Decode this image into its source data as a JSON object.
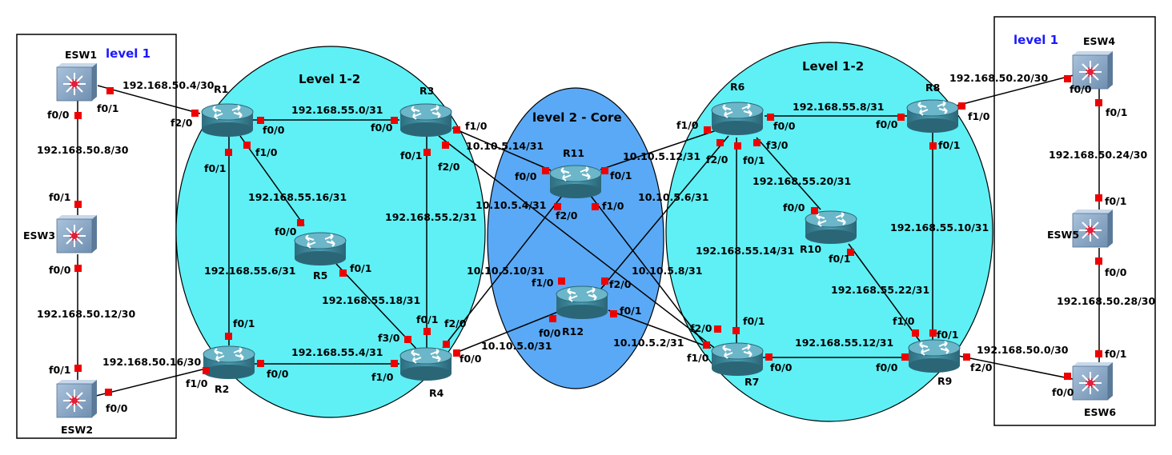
{
  "areas": {
    "left_level1": "level 1",
    "right_level1": "level 1",
    "left_level12": "Level 1-2",
    "right_level12": "Level 1-2",
    "core": "level 2 - Core"
  },
  "colors": {
    "area_fill": "#5ef0f5",
    "core_fill": "#5aa9f6",
    "port_marker": "#ee0000",
    "router_body": "#3e8ca0",
    "switch_body": "#7f9fc0"
  },
  "devices": {
    "R1": "R1",
    "R2": "R2",
    "R3": "R3",
    "R4": "R4",
    "R5": "R5",
    "R6": "R6",
    "R7": "R7",
    "R8": "R8",
    "R9": "R9",
    "R10": "R10",
    "R11": "R11",
    "R12": "R12",
    "ESW1": "ESW1",
    "ESW2": "ESW2",
    "ESW3": "ESW3",
    "ESW4": "ESW4",
    "ESW5": "ESW5",
    "ESW6": "ESW6"
  },
  "subnets": {
    "esw1_r1": "192.168.50.4/30",
    "esw1_esw3": "192.168.50.8/30",
    "esw3_esw2": "192.168.50.12/30",
    "esw2_r2": "192.168.50.16/30",
    "r1_r3": "192.168.55.0/31",
    "r3_r4": "192.168.55.2/31",
    "r2_r4": "192.168.55.4/31",
    "r1_r2": "192.168.55.6/31",
    "r1_r5": "192.168.55.16/31",
    "r5_r4": "192.168.55.18/31",
    "r3_r11": "10.10.5.14/31",
    "r3_r7": "10.10.5.4/31",
    "r4_r11": "10.10.5.10/31",
    "r4_r12": "10.10.5.0/31",
    "r11_r6": "10.10.5.12/31",
    "r11_r7": "10.10.5.8/31",
    "r12_r6": "10.10.5.6/31",
    "r12_r7": "10.10.5.2/31",
    "r6_r8": "192.168.55.8/31",
    "r6_r10": "192.168.55.20/31",
    "r6_r7": "192.168.55.14/31",
    "r8_r9": "192.168.55.10/31",
    "r10_r9": "192.168.55.22/31",
    "r7_r9": "192.168.55.12/31",
    "r8_esw4": "192.168.50.20/30",
    "esw4_esw5": "192.168.50.24/30",
    "esw5_esw6": "192.168.50.28/30",
    "r9_esw6": "192.168.50.0/30"
  },
  "ports": {
    "esw1_f01": "f0/1",
    "esw1_f00": "f0/0",
    "esw3_f01": "f0/1",
    "esw3_f00": "f0/0",
    "esw2_f01": "f0/1",
    "esw2_f00": "f0/0",
    "r1_f20": "f2/0",
    "r1_f00": "f0/0",
    "r1_f01": "f0/1",
    "r1_f10": "f1/0",
    "r2_f01": "f0/1",
    "r2_f00": "f0/0",
    "r2_f10": "f1/0",
    "r3_f00": "f0/0",
    "r3_f10": "f1/0",
    "r3_f01": "f0/1",
    "r3_f20": "f2/0",
    "r4_f01": "f0/1",
    "r4_f30": "f3/0",
    "r4_f20": "f2/0",
    "r4_f10": "f1/0",
    "r4_f00": "f0/0",
    "r5_f00": "f0/0",
    "r5_f01": "f0/1",
    "r11_f00": "f0/0",
    "r11_f01": "f0/1",
    "r11_f20": "f2/0",
    "r11_f10": "f1/0",
    "r12_f10": "f1/0",
    "r12_f20": "f2/0",
    "r12_f00": "f0/0",
    "r12_f01": "f0/1",
    "r6_f10": "f1/0",
    "r6_f00": "f0/0",
    "r6_f20": "f2/0",
    "r6_f01": "f0/1",
    "r6_f30": "f3/0",
    "r8_f00": "f0/0",
    "r8_f10": "f1/0",
    "r8_f01": "f0/1",
    "r10_f00": "f0/0",
    "r10_f01": "f0/1",
    "r7_f20": "f2/0",
    "r7_f01": "f0/1",
    "r7_f10": "f1/0",
    "r7_f00": "f0/0",
    "r9_f10": "f1/0",
    "r9_f01": "f0/1",
    "r9_f00": "f0/0",
    "r9_f20": "f2/0",
    "esw4_f00": "f0/0",
    "esw4_f01": "f0/1",
    "esw5_f01": "f0/1",
    "esw5_f00": "f0/0",
    "esw6_f01": "f0/1",
    "esw6_f00": "f0/0"
  }
}
